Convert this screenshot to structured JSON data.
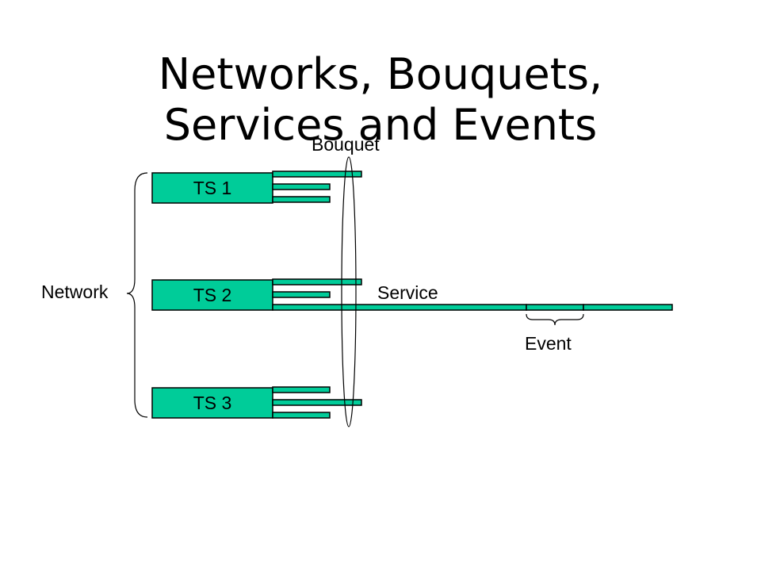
{
  "title": {
    "line1": "Networks, Bouquets,",
    "line2": "Services and Events"
  },
  "colors": {
    "fill": "#00cc99",
    "stroke": "#000000",
    "background": "#ffffff"
  },
  "labels": {
    "bouquet": "Bouquet",
    "network": "Network",
    "service": "Service",
    "event": "Event"
  },
  "transport_streams": [
    {
      "label": "TS 1"
    },
    {
      "label": "TS 2"
    },
    {
      "label": "TS 3"
    }
  ]
}
